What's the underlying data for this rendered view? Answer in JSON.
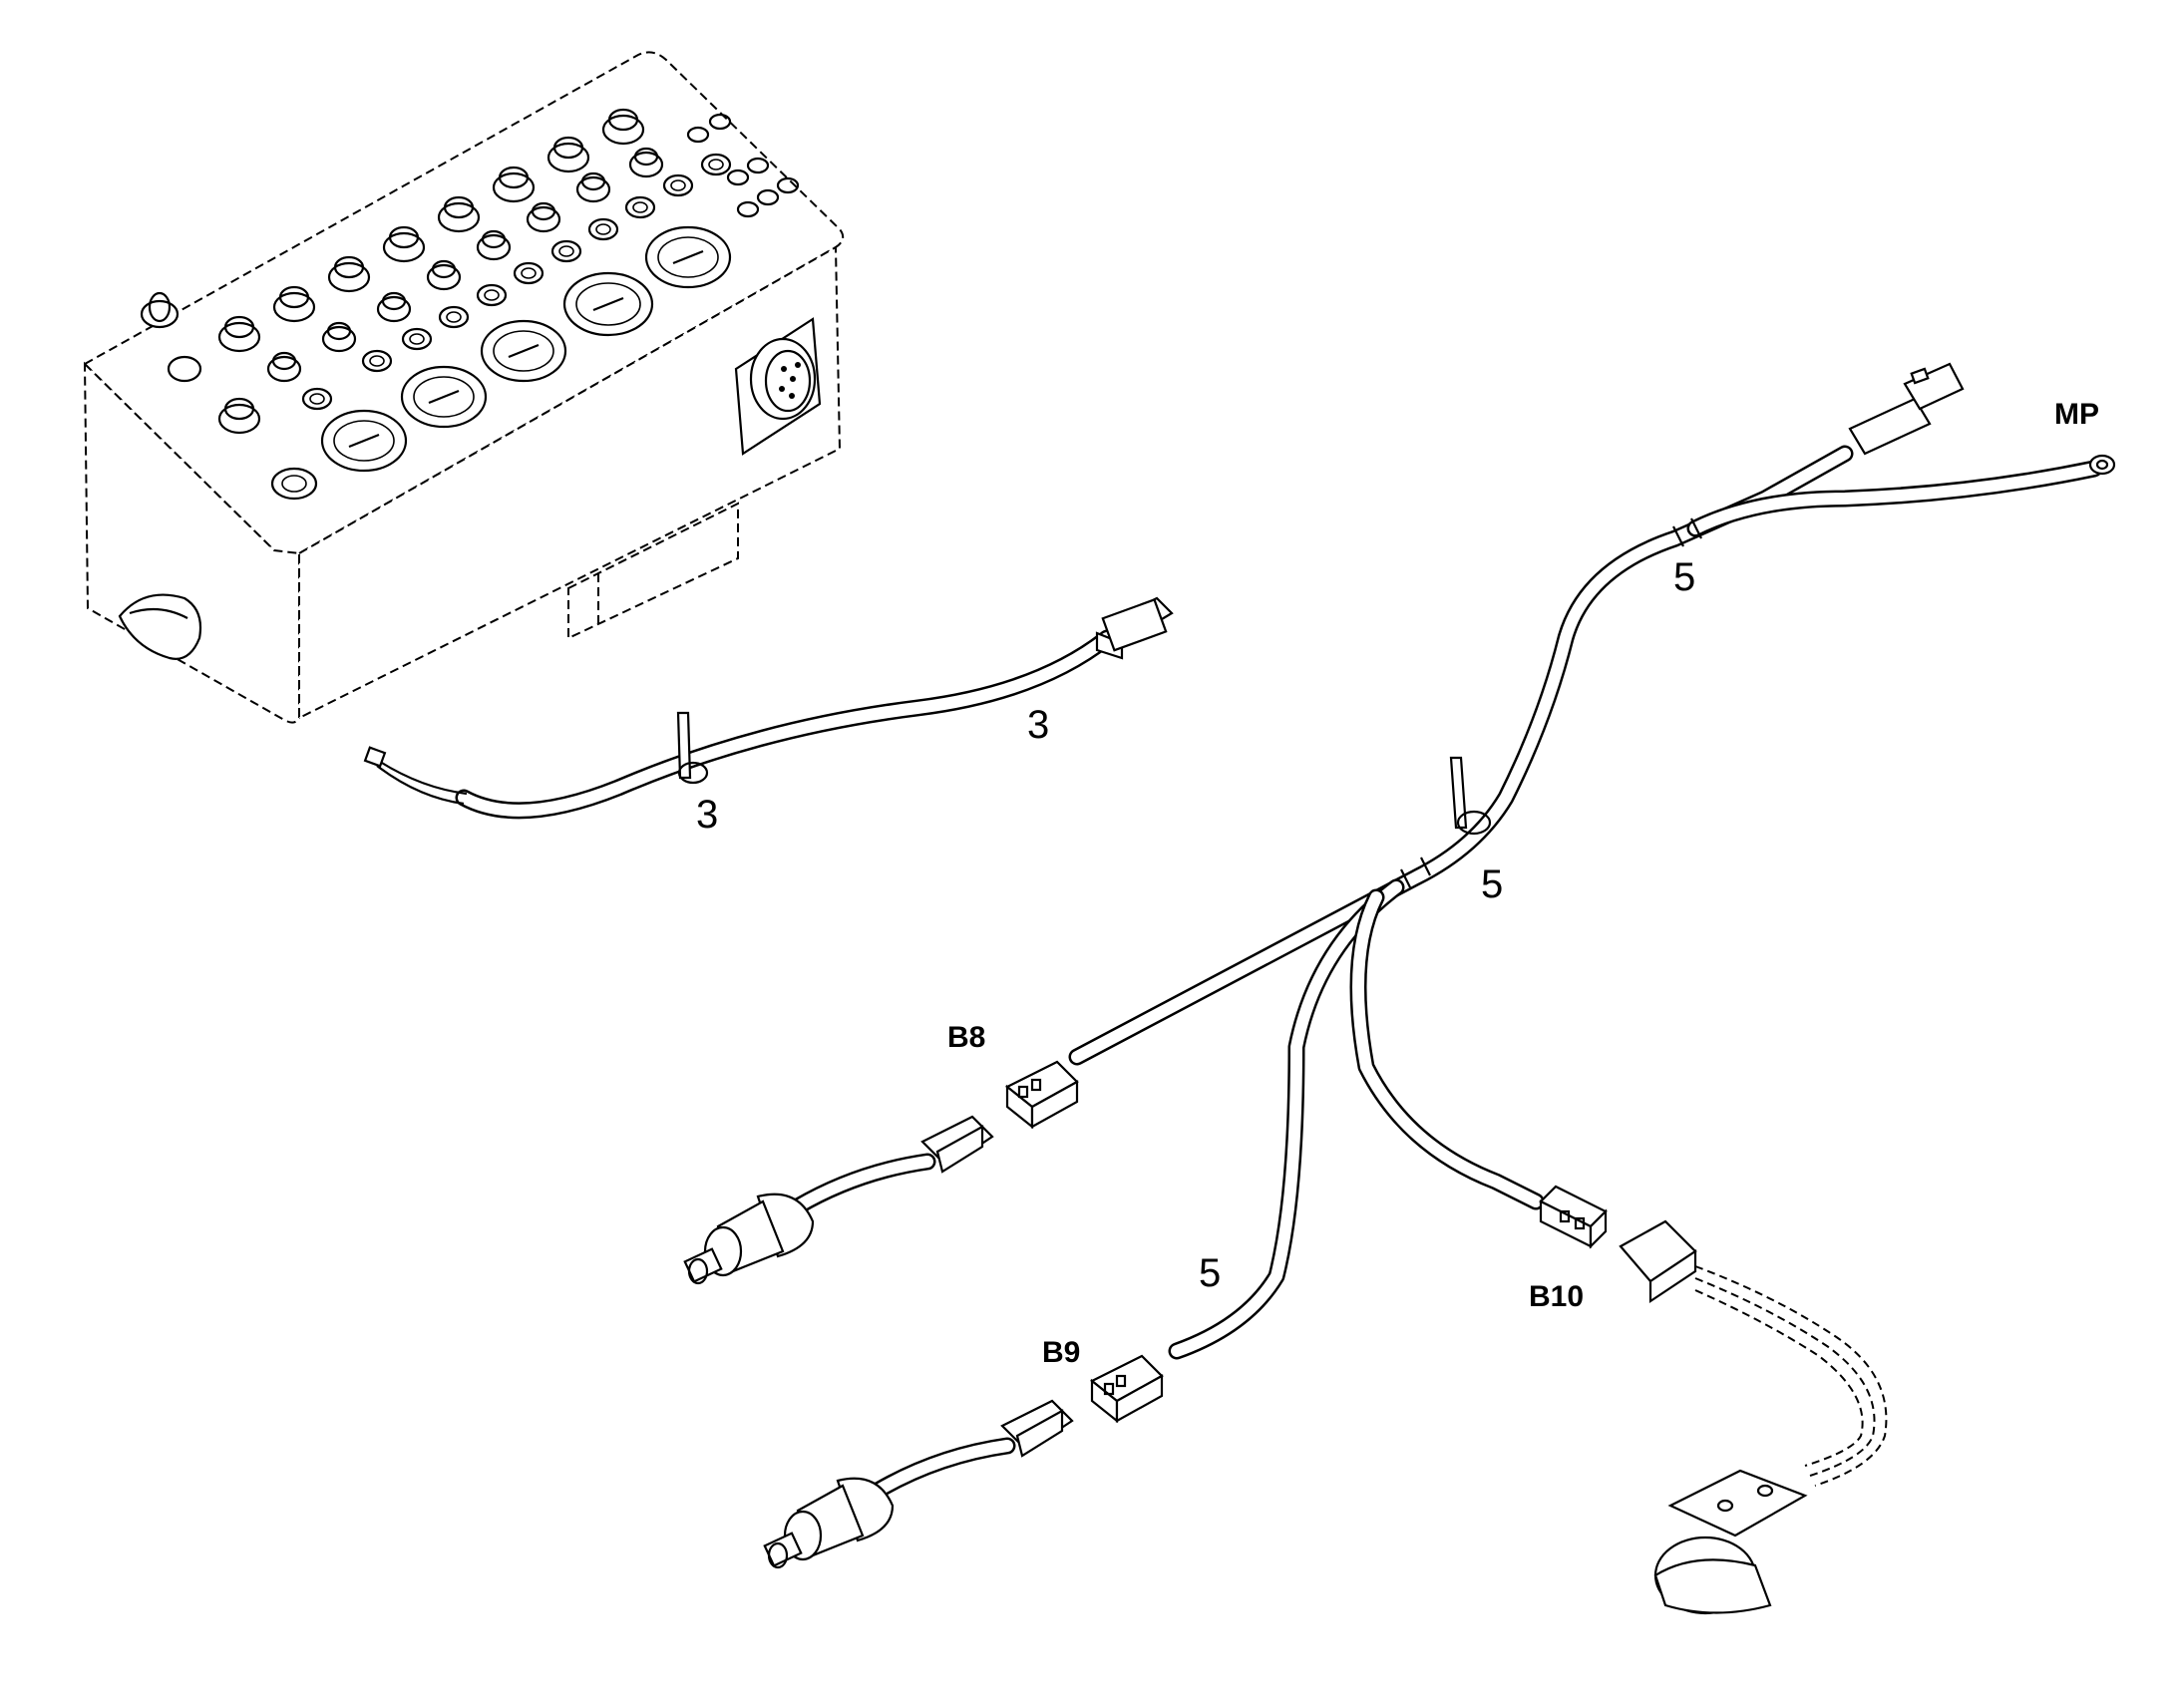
{
  "labels": {
    "mp": "MP",
    "b8": "B8",
    "b9": "B9",
    "b10": "B10",
    "harness_3_upper": "3",
    "harness_3_lower": "3",
    "harness_5_top": "5",
    "harness_5_mid": "5",
    "harness_5_lower": "5"
  }
}
